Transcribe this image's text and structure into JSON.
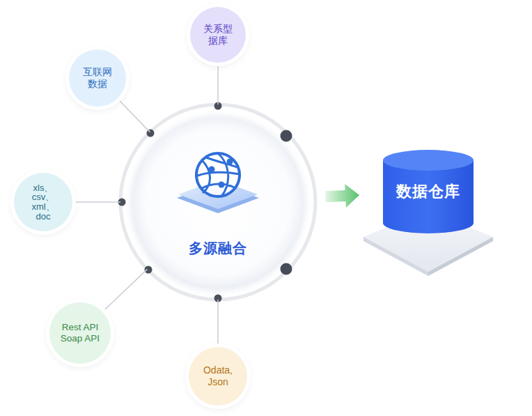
{
  "diagram": {
    "nodes": [
      {
        "text": [
          "关系型 据库"
        ]
      },
      {
        "text": [
          "互联网 数据"
        ]
      },
      {
        "text": [
          "xls、 csv、 xml、 doc"
        ]
      },
      {
        "text": [
          "多源融合"
        ]
      },
      {
        "text": [
          "数据仓库"
        ]
      },
      {
        "text": [
          "Rest API Soap API"
        ]
      },
      {
        "text": [
          "Odata, Json"
        ]
      }
    ],
    "edges": [
      {
        "from": 0,
        "to": 3,
        "arrow": "none"
      },
      {
        "from": 1,
        "to": 3,
        "arrow": "none"
      },
      {
        "from": 2,
        "to": 3,
        "arrow": "none"
      },
      {
        "from": 5,
        "to": 3,
        "arrow": "none"
      },
      {
        "from": 6,
        "to": 3,
        "arrow": "none"
      },
      {
        "from": 3,
        "to": 4,
        "arrow": "to"
      }
    ]
  }
}
